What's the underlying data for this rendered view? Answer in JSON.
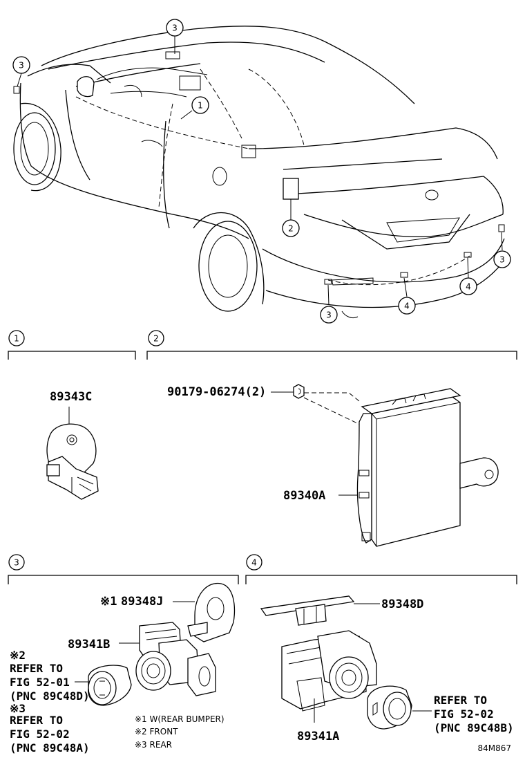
{
  "callouts": {
    "c1": "1",
    "c2": "2",
    "c3": "3",
    "c4": "4"
  },
  "sections": {
    "s1": {
      "number": "1",
      "parts": {
        "switch": "89343C"
      }
    },
    "s2": {
      "number": "2",
      "parts": {
        "bolt": "90179-06274(2)",
        "computer": "89340A"
      }
    },
    "s3": {
      "number": "3",
      "parts": {
        "retainer_mark": "※1",
        "retainer": "89348J",
        "sensor": "89341B"
      },
      "refs": {
        "front_mark": "※2",
        "front_l1": "REFER TO",
        "front_l2": "FIG 52-01",
        "front_l3": "(PNC 89C48D)",
        "rear_mark": "※3",
        "rear_l1": "REFER TO",
        "rear_l2": "FIG 52-02",
        "rear_l3": "(PNC 89C48A)"
      },
      "notes": {
        "n1": "※1 W(REAR BUMPER)",
        "n2": "※2 FRONT",
        "n3": "※3 REAR"
      }
    },
    "s4": {
      "number": "4",
      "parts": {
        "retainer": "89348D",
        "sensor": "89341A"
      },
      "refs": {
        "l1": "REFER TO",
        "l2": "FIG 52-02",
        "l3": "(PNC 89C48B)"
      }
    }
  },
  "figure_code": "84M867"
}
